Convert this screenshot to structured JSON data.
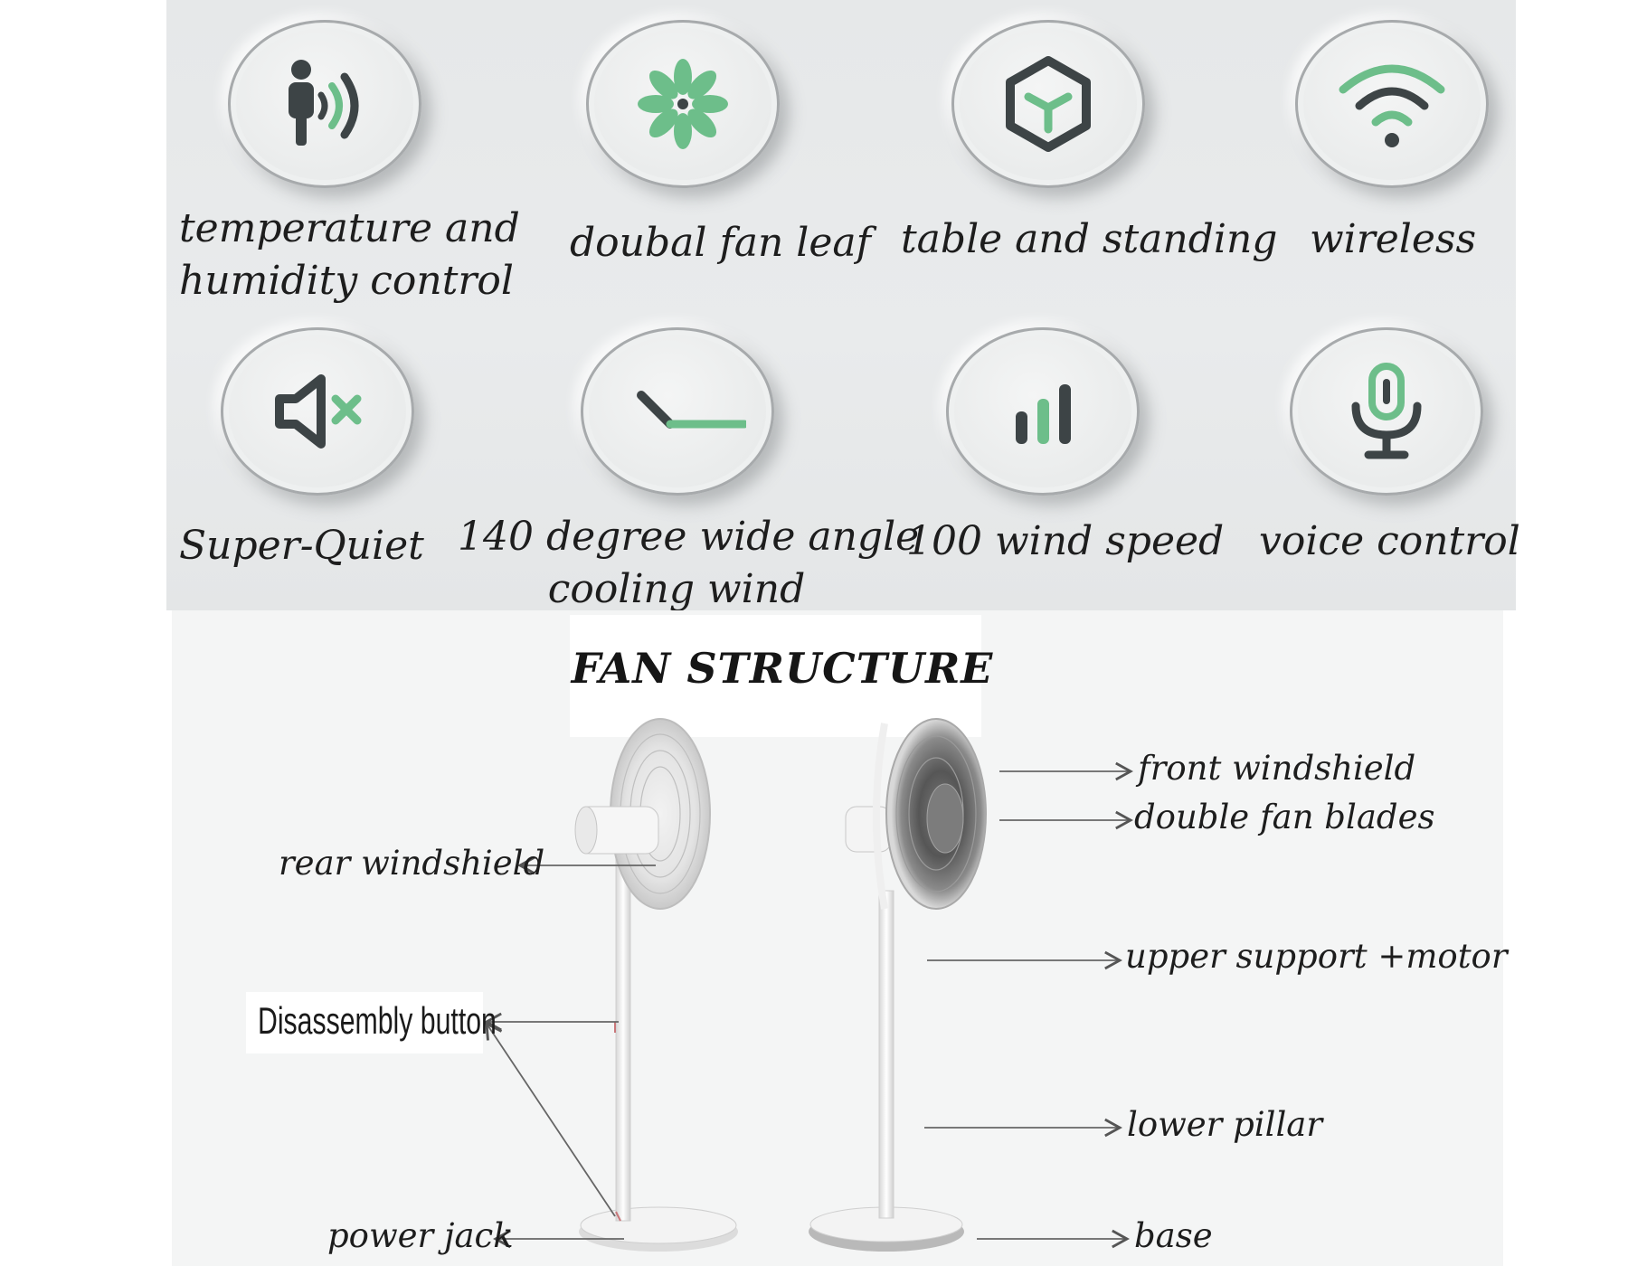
{
  "features": [
    {
      "icon": "person-sound-waves-icon",
      "label_lines": [
        "temperature and",
        "humidity control"
      ]
    },
    {
      "icon": "flower-fan-leaf-icon",
      "label_lines": [
        "doubal fan leaf"
      ]
    },
    {
      "icon": "cube-icon",
      "label_lines": [
        "table and standing"
      ]
    },
    {
      "icon": "wifi-icon",
      "label_lines": [
        "wireless"
      ]
    },
    {
      "icon": "speaker-mute-icon",
      "label_lines": [
        "Super-Quiet"
      ]
    },
    {
      "icon": "wide-angle-icon",
      "label_lines": [
        "140 degree wide angle",
        "cooling wind"
      ]
    },
    {
      "icon": "signal-bars-icon",
      "label_lines": [
        "100 wind speed"
      ]
    },
    {
      "icon": "microphone-icon",
      "label_lines": [
        "voice control"
      ]
    }
  ],
  "structure": {
    "title": "FAN STRUCTURE",
    "left_callouts": [
      "rear windshield",
      "Disassembly button",
      "power jack"
    ],
    "right_callouts": [
      "front windshield",
      "double fan blades",
      "upper support +motor",
      "lower pillar",
      "base"
    ]
  },
  "colors": {
    "accent_green": "#6dbe8a",
    "icon_dark": "#3d4446",
    "panel": "#e7e9ea"
  }
}
